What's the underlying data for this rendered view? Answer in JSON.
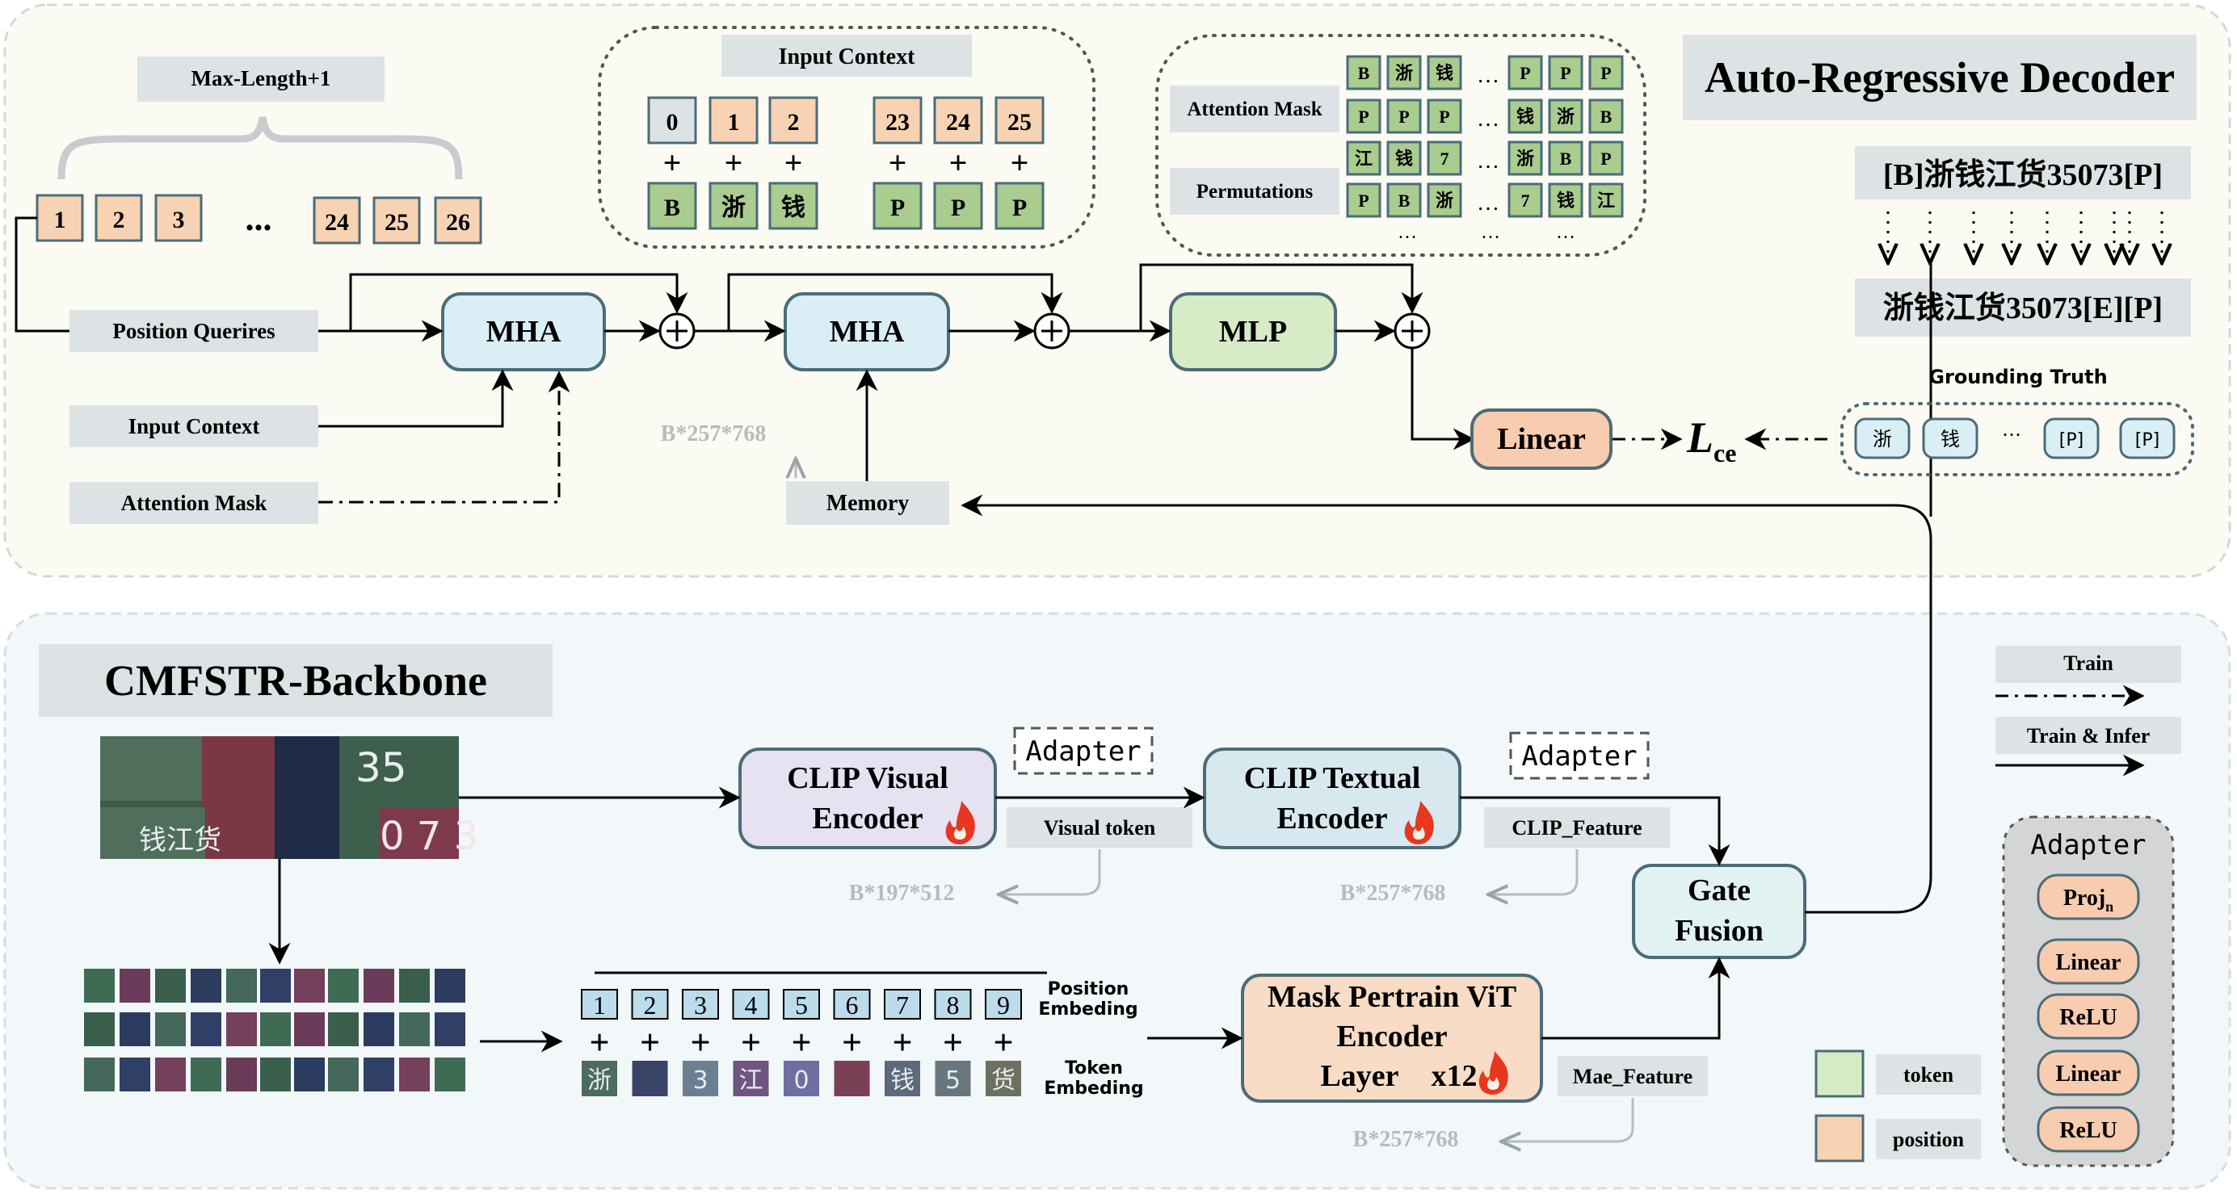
{
  "decoder": {
    "title": "Auto-Regressive Decoder",
    "max_length_label": "Max-Length+1",
    "position_tokens": [
      "1",
      "2",
      "3",
      "24",
      "25",
      "26"
    ],
    "ellipsis": "...",
    "input_context_title": "Input Context",
    "context_positions": [
      "0",
      "1",
      "2",
      "23",
      "24",
      "25"
    ],
    "context_tokens": [
      "B",
      "浙",
      "钱",
      "P",
      "P",
      "P"
    ],
    "plus": "+",
    "attention_mask_label": "Attention Mask",
    "permutations_label": "Permutations",
    "mask_grid": [
      [
        "B",
        "浙",
        "钱",
        "…",
        "P",
        "P",
        "P"
      ],
      [
        "P",
        "P",
        "P",
        "…",
        "钱",
        "浙",
        "B"
      ],
      [
        "江",
        "钱",
        "7",
        "…",
        "浙",
        "B",
        "P"
      ],
      [
        "P",
        "B",
        "浙",
        "…",
        "7",
        "钱",
        "江"
      ]
    ],
    "grid_dots": "…",
    "position_queries_label": "Position Querires",
    "input_context_label": "Input Context",
    "attention_mask_row_label": "Attention Mask",
    "mha1_label": "MHA",
    "mha2_label": "MHA",
    "mlp_label": "MLP",
    "memory_label": "Memory",
    "memory_dim": "B*257*768",
    "linear_label": "Linear",
    "loss_main": "L",
    "loss_sub": "ce",
    "target_top": "[B]浙钱江货35073[P]",
    "target_bottom": "浙钱江货35073[E][P]",
    "grounding_truth_label": "Grounding Truth",
    "grounding_tokens": [
      "浙",
      "钱",
      "…",
      "[P]",
      "[P]"
    ]
  },
  "backbone": {
    "title": "CMFSTR-Backbone",
    "clip_visual_label": [
      "CLIP Visual",
      "Encoder"
    ],
    "clip_textual_label": [
      "CLIP Textual",
      "Encoder"
    ],
    "adapter1": "Adapter",
    "adapter2": "Adapter",
    "visual_token_label": "Visual token",
    "visual_token_dim": "B*197*512",
    "clip_feature_label": "CLIP_Feature",
    "clip_feature_dim": "B*257*768",
    "gate_fusion_label": [
      "Gate",
      "Fusion"
    ],
    "mae_label": [
      "Mask Pertrain ViT",
      "Encoder",
      "Layer"
    ],
    "mae_repeat": "x12",
    "mae_feature_label": "Mae_Feature",
    "mae_feature_dim": "B*257*768",
    "embedding_positions": [
      "1",
      "2",
      "3",
      "4",
      "5",
      "6",
      "7",
      "8",
      "9"
    ],
    "position_embedding_label": [
      "Position",
      "Embeding"
    ],
    "token_embedding_label": [
      "Token",
      "Embeding"
    ],
    "plate_digits": [
      "35",
      "0 7 3"
    ],
    "plate_chars": "钱江货",
    "patch_chars": [
      "浙",
      "",
      "3",
      "江",
      "0",
      "",
      "钱",
      "5",
      "货"
    ]
  },
  "legend": {
    "train_label": "Train",
    "train_infer_label": "Train & Infer",
    "token_label": "token",
    "position_label": "position",
    "adapter_title": "Adapter",
    "adapter_layers": [
      "Proj",
      "Linear",
      "ReLU",
      "Linear",
      "ReLU"
    ],
    "proj_sub": "n"
  },
  "colors": {
    "position": "#f7d3b4",
    "token": "#a9cc8f",
    "mha": "#daeef6",
    "mlp": "#d7ebc6",
    "linear": "#f8ccae",
    "clip_visual": "#e6e2f2",
    "clip_textual": "#d7e8ef",
    "gate_fusion": "#e2f2f3",
    "mae": "#f8dcc5",
    "label_box": "#d9dfe2",
    "stroke": "#4b6c78"
  }
}
